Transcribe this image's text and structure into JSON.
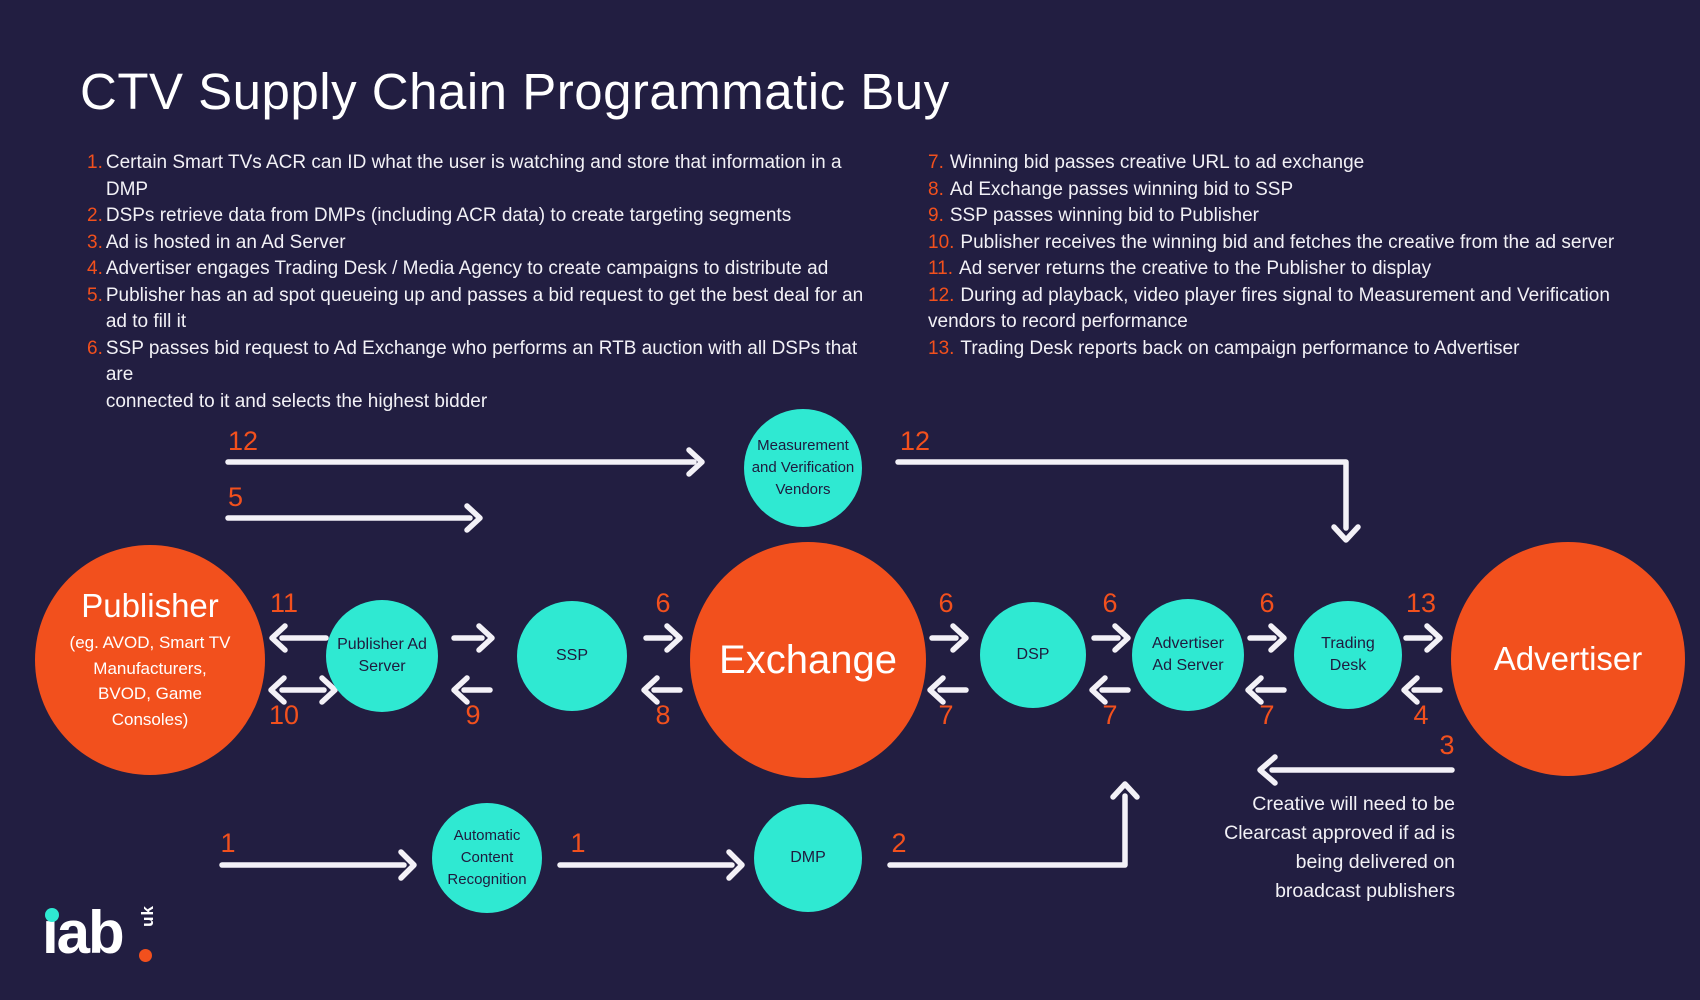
{
  "title": "CTV Supply Chain Programmatic Buy",
  "colors": {
    "background": "#221E41",
    "orange": "#F2501D",
    "teal": "#2FE9D2",
    "white": "#FFFFFF",
    "arrow": "#F3F1F7",
    "node_text_dark": "#1F1B3E"
  },
  "steps_left": [
    {
      "n": "1.",
      "text": "Certain Smart TVs ACR can ID what the user is watching and store that information in a\nDMP"
    },
    {
      "n": "2.",
      "text": "DSPs retrieve data from DMPs (including ACR data) to create targeting segments"
    },
    {
      "n": "3.",
      "text": "Ad is hosted in an Ad Server"
    },
    {
      "n": "4.",
      "text": "Advertiser engages Trading Desk / Media Agency to create campaigns to distribute ad"
    },
    {
      "n": "5.",
      "text": "Publisher has an ad spot queueing up and passes a bid request to get the best deal for an\nad to fill it"
    },
    {
      "n": "6.",
      "text": "SSP passes bid request to Ad Exchange who performs an RTB auction with all DSPs that are\nconnected to it and selects the highest bidder"
    }
  ],
  "steps_right": [
    {
      "n": "7.",
      "text": "Winning bid passes creative URL to ad exchange"
    },
    {
      "n": "8.",
      "text": "Ad Exchange passes winning bid to SSP"
    },
    {
      "n": "9.",
      "text": "SSP passes winning bid to Publisher"
    },
    {
      "n": "10.",
      "text": "Publisher receives the winning bid and fetches the creative from the ad server"
    },
    {
      "n": "11.",
      "text": "Ad server returns the creative to the Publisher to display"
    },
    {
      "n": "12.",
      "text": "During ad playback, video player fires signal to Measurement and Verification\nvendors to record performance"
    },
    {
      "n": "13.",
      "text": "Trading Desk reports back on campaign performance to Advertiser"
    }
  ],
  "nodes": {
    "publisher": {
      "label": "Publisher",
      "sublabel": "(eg. AVOD, Smart TV\nManufacturers,\nBVOD, Game\nConsoles)"
    },
    "publisher_ad_server": {
      "label": "Publisher Ad\nServer"
    },
    "ssp": {
      "label": "SSP"
    },
    "exchange": {
      "label": "Exchange"
    },
    "dsp": {
      "label": "DSP"
    },
    "advertiser_ad_server": {
      "label": "Advertiser\nAd Server"
    },
    "trading_desk": {
      "label": "Trading\nDesk"
    },
    "advertiser": {
      "label": "Advertiser"
    },
    "measurement_vendors": {
      "label": "Measurement\nand Verification\nVendors"
    },
    "acr": {
      "label": "Automatic\nContent\nRecognition"
    },
    "dmp": {
      "label": "DMP"
    }
  },
  "flow_numbers": {
    "n1": "1",
    "n2": "2",
    "n3": "3",
    "n4": "4",
    "n5": "5",
    "n6": "6",
    "n7": "7",
    "n8": "8",
    "n9": "9",
    "n10": "10",
    "n11": "11",
    "n12": "12",
    "n13": "13"
  },
  "annotation": "Creative will need to be\nClearcast approved if ad is\nbeing delivered on\nbroadcast publishers",
  "logo": {
    "brand": "iab",
    "brand_display": "ıab",
    "region": "uk"
  }
}
